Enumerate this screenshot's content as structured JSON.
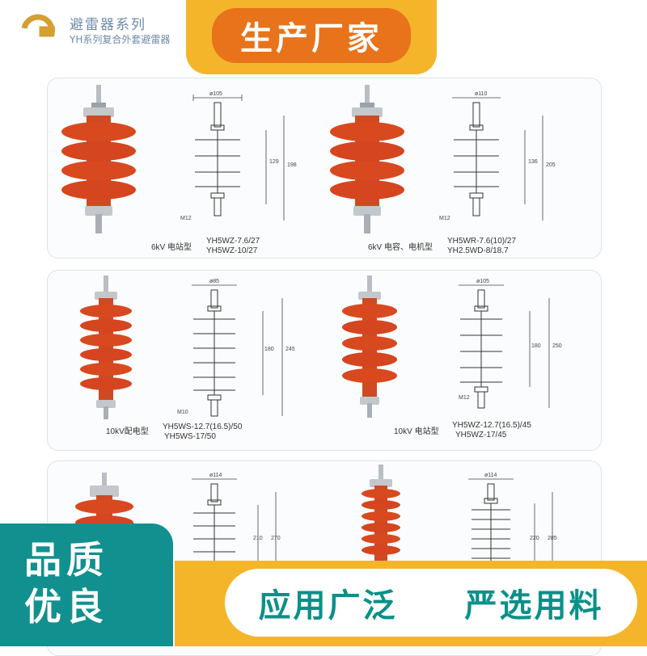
{
  "header": {
    "brand_title": "避雷器系列",
    "brand_subtitle": "YH系列复合外套避雷器",
    "banner_text": "生产厂家"
  },
  "panels": [
    {
      "items": [
        {
          "type_text": "6kV 电站型",
          "model_line1": "YH5WZ-7.6/27",
          "model_line2": "YH5WZ-10/27",
          "dim_top": "ø105",
          "dim_h1": "129",
          "dim_h2": "198",
          "thread": "M12"
        },
        {
          "type_text": "6kV 电容、电机型",
          "model_line1": "YH5WR-7.6(10)/27",
          "model_line2": "YH2.5WD-8/18.7",
          "dim_top": "ø110",
          "dim_h1": "136",
          "dim_h2": "205",
          "thread": "M12"
        }
      ]
    },
    {
      "items": [
        {
          "type_text": "10kV配电型",
          "model_line1": "YH5WS-12.7(16.5)/50",
          "model_line2": "YH5WS-17/50",
          "dim_top": "ø85",
          "dim_h1": "180",
          "dim_h2": "245",
          "thread": "M10"
        },
        {
          "type_text": "10kV 电站型",
          "model_line1": "YH5WZ-12.7(16.5)/45",
          "model_line2": "YH5WZ-17/45",
          "dim_top": "ø105",
          "dim_h1": "180",
          "dim_h2": "250",
          "thread": "M12"
        }
      ]
    },
    {
      "items": [
        {
          "dim_top": "ø114",
          "dim_h1": "210",
          "dim_h2": "270"
        },
        {
          "dim_top": "ø114",
          "dim_h1": "220",
          "dim_h2": "285"
        }
      ]
    }
  ],
  "footer": {
    "left_line1": "品质",
    "left_line2": "优良",
    "right_text1": "应用广泛",
    "right_text2": "严选用料"
  },
  "colors": {
    "orange": "#e8731a",
    "yellow": "#f4b52a",
    "teal": "#11908f",
    "arrester_red": "#d9491f",
    "logo_gold": "#d4a030"
  }
}
